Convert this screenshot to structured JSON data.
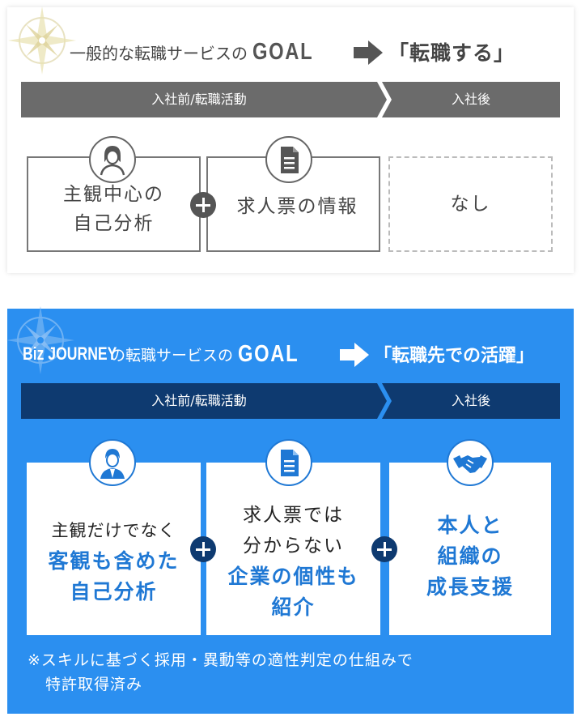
{
  "general": {
    "title_prefix": "一般的な転職サービスの",
    "goal": "GOAL",
    "goal_result": "「転職する」",
    "phase_before": "入社前/転職活動",
    "phase_after": "入社後",
    "box1_line1": "主観中心の",
    "box1_line2": "自己分析",
    "box2_text": "求人票の情報",
    "box3_text": "なし"
  },
  "bizjourney": {
    "title_brand": "Biz JOURNEY",
    "title_suffix": "の転職サービスの",
    "goal": "GOAL",
    "goal_result": "「転職先での活躍」",
    "phase_before": "入社前/転職活動",
    "phase_after": "入社後",
    "box1_line1": "主観だけでなく",
    "box1_bold1": "客観も含めた",
    "box1_bold2": "自己分析",
    "box2_line1": "求人票では",
    "box2_line2": "分からない",
    "box2_bold1": "企業の個性も",
    "box2_bold2": "紹介",
    "box3_bold1": "本人と",
    "box3_bold2": "組織の",
    "box3_bold3": "成長支援",
    "note_line1": "※スキルに基づく採用・異動等の適性判定の仕組みで",
    "note_line2": "特許取得済み"
  },
  "colors": {
    "gray_bar": "#6b6b6b",
    "gray_text": "#555555",
    "blue_panel": "#2b8ff0",
    "navy_bar": "#0e3a70",
    "accent_blue": "#1f78d4"
  }
}
